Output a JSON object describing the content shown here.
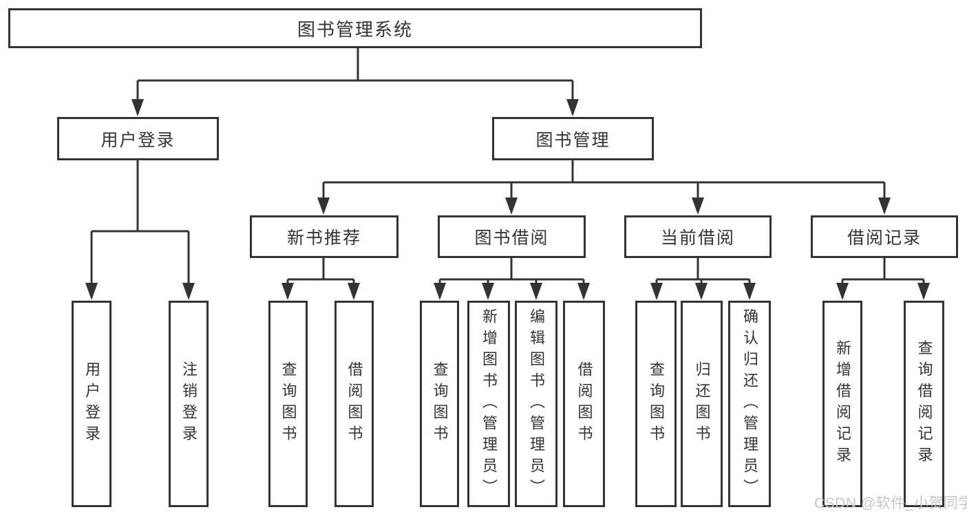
{
  "colors": {
    "line": "#333333",
    "text": "#333333",
    "background": "#ffffff",
    "watermark": "#c6c6c6"
  },
  "watermark": {
    "text": "CSDN @软件_小贺同学"
  },
  "tree": {
    "root": {
      "label": "图书管理系统",
      "children": [
        {
          "label": "用户登录",
          "children": [
            {
              "label": "用户登录"
            },
            {
              "label": "注销登录"
            }
          ]
        },
        {
          "label": "图书管理",
          "children": [
            {
              "label": "新书推荐",
              "children": [
                {
                  "label": "查询图书"
                },
                {
                  "label": "借阅图书"
                }
              ]
            },
            {
              "label": "图书借阅",
              "children": [
                {
                  "label": "查询图书"
                },
                {
                  "label": "新增图书（管理员）"
                },
                {
                  "label": "编辑图书（管理员）"
                },
                {
                  "label": "借阅图书"
                }
              ]
            },
            {
              "label": "当前借阅",
              "children": [
                {
                  "label": "查询图书"
                },
                {
                  "label": "归还图书"
                },
                {
                  "label": "确认归还（管理员）"
                }
              ]
            },
            {
              "label": "借阅记录",
              "children": [
                {
                  "label": "新增借阅记录"
                },
                {
                  "label": "查询借阅记录"
                }
              ]
            }
          ]
        }
      ]
    }
  }
}
